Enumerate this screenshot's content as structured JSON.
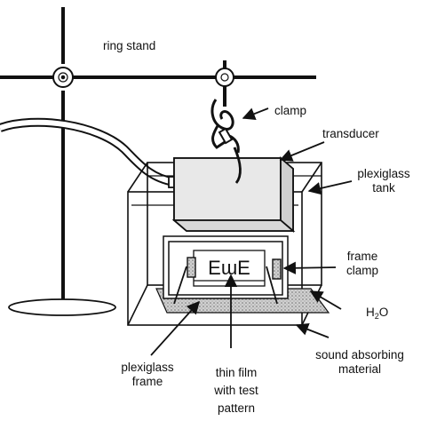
{
  "diagram": {
    "labels": {
      "ring_stand": "ring stand",
      "clamp": "clamp",
      "transducer": "transducer",
      "plexiglass_tank": [
        "plexiglass",
        "tank"
      ],
      "frame_clamp": [
        "frame",
        "clamp"
      ],
      "water": "H",
      "water_sub": "2",
      "water_end": "O",
      "sound_absorbing_material": [
        "sound absorbing",
        "material"
      ],
      "plexiglass_frame": [
        "plexiglass",
        "frame"
      ],
      "thin_film": [
        "thin  film",
        "with  test",
        "pattern"
      ],
      "test_pattern": "EɯE"
    },
    "colors": {
      "ink": "#111111",
      "shading": "#9a9a9a",
      "background": "#ffffff"
    }
  }
}
